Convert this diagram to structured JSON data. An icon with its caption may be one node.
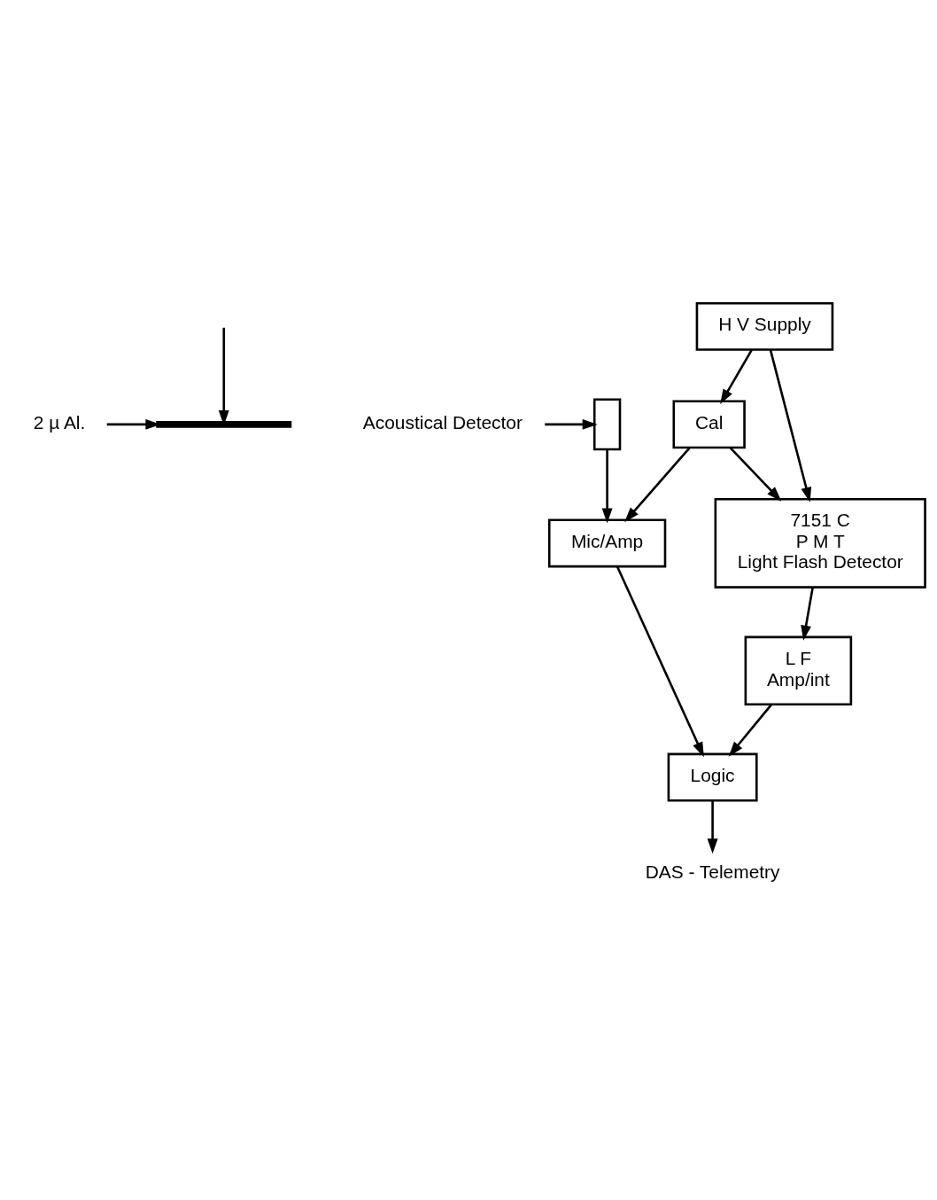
{
  "diagram": {
    "nodes": [
      {
        "text": [],
        "shape": "bar"
      },
      {
        "text": [
          "7151 C",
          "P M T",
          "Light Flash Detector"
        ]
      },
      {
        "text": [],
        "shape": "box"
      },
      {
        "text": [
          "2 µ Al."
        ]
      },
      {
        "text": [
          "Acoustical Detector"
        ]
      },
      {
        "text": [
          "H V Supply"
        ]
      },
      {
        "text": [
          "Cal"
        ]
      },
      {
        "text": [
          "L F",
          "Amp/int"
        ]
      },
      {
        "text": [
          "Mic/Amp"
        ]
      },
      {
        "text": [
          "Logic"
        ]
      },
      {
        "text": [
          "DAS - Telemetry"
        ]
      }
    ],
    "edges": [
      {
        "from": null,
        "to": 0,
        "arrow": "to"
      },
      {
        "from": 3,
        "to": 0,
        "arrow": "to"
      },
      {
        "from": 4,
        "to": 2,
        "arrow": "to"
      },
      {
        "from": 5,
        "to": 1,
        "arrow": "to"
      },
      {
        "from": 5,
        "to": 6,
        "arrow": "to"
      },
      {
        "from": 6,
        "to": 1,
        "arrow": "to"
      },
      {
        "from": 6,
        "to": 8,
        "arrow": "to"
      },
      {
        "from": 1,
        "to": 7,
        "arrow": "to"
      },
      {
        "from": 2,
        "to": 8,
        "arrow": "to"
      },
      {
        "from": 7,
        "to": 9,
        "arrow": "to"
      },
      {
        "from": 8,
        "to": 9,
        "arrow": "to"
      },
      {
        "from": 9,
        "to": 10,
        "arrow": "to"
      }
    ]
  }
}
